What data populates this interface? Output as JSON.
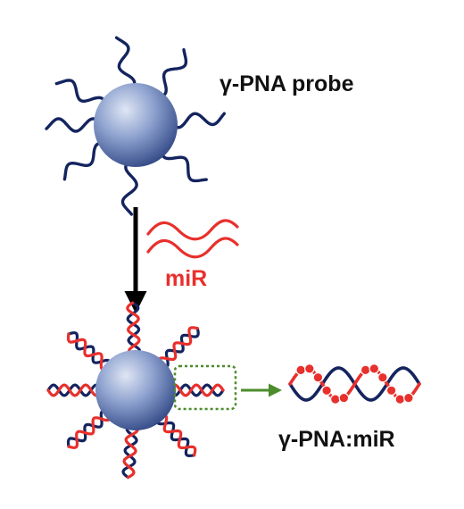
{
  "labels": {
    "probe": "γ-PNA probe",
    "mir": "miR",
    "duplex": "γ-PNA:miR"
  },
  "colors": {
    "probe_strand": "#14245f",
    "mir_strand": "#e8302c",
    "arrow_main": "#000000",
    "arrow_zoom": "#4c8c2b",
    "box_outline": "#4c8c2b",
    "sphere_light": "#dfe6f4",
    "sphere_mid": "#8ea2cf",
    "sphere_dark": "#2c4381",
    "text": "#111111"
  },
  "icons": {
    "nanoparticle": "gold-nanoparticle-sphere-icon",
    "reaction_arrow": "down-arrow-icon",
    "zoom_arrow": "right-arrow-icon",
    "zoom_box": "dashed-box-icon"
  }
}
